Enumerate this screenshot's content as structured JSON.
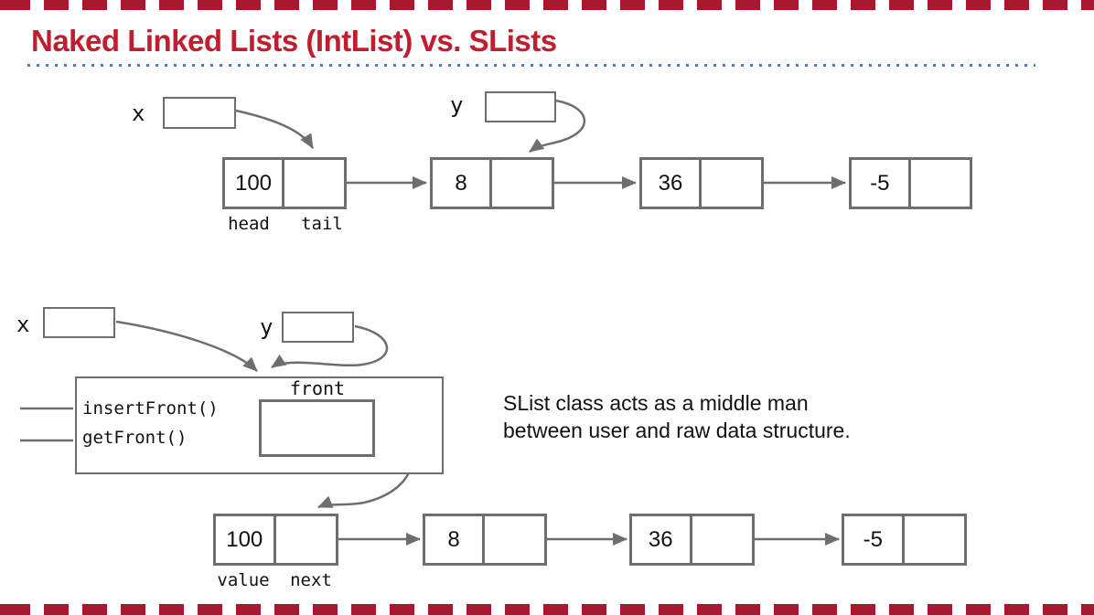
{
  "slide": {
    "title": "Naked Linked Lists (IntList) vs. SLists"
  },
  "colors": {
    "title_red": "#bf1e2e",
    "border_square_red": "#a6192e",
    "dotted_rule_blue": "#4d7ebd",
    "diagram_gray": "#6e6e6e"
  },
  "caption": {
    "line1": "SList class acts as a middle man",
    "line2": "between user and raw data structure."
  },
  "intlist": {
    "var_x": "x",
    "var_y": "y",
    "field_label_value": "head",
    "field_label_next": "tail",
    "nodes": [
      {
        "value": "100"
      },
      {
        "value": "8"
      },
      {
        "value": "36"
      },
      {
        "value": "-5"
      }
    ]
  },
  "slist": {
    "var_x": "x",
    "var_y": "y",
    "method1": "insertFront()",
    "method2": "getFront()",
    "front_label": "front",
    "field_label_value": "value",
    "field_label_next": "next",
    "nodes": [
      {
        "value": "100"
      },
      {
        "value": "8"
      },
      {
        "value": "36"
      },
      {
        "value": "-5"
      }
    ]
  }
}
